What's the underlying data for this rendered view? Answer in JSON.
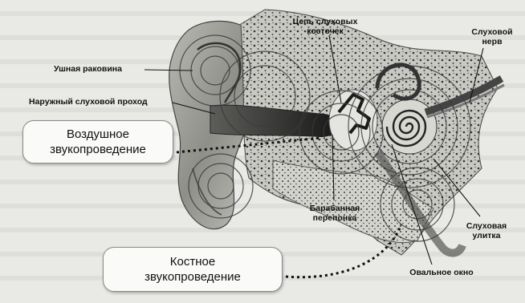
{
  "labels": {
    "ossicles": [
      "Цепь слуховых",
      "косточек"
    ],
    "auditory_nerve": [
      "Слуховой",
      "нерв"
    ],
    "auricle": "Ушная раковина",
    "ear_canal": "Наружный слуховой проход",
    "eardrum": [
      "Барабанная",
      "перепонка"
    ],
    "cochlea": [
      "Слуховая",
      "улитка"
    ],
    "oval_window": "Овальное окно"
  },
  "boxes": {
    "air_conduction": [
      "Воздушное",
      "звукопроведение"
    ],
    "bone_conduction": [
      "Костное",
      "звукопроведение"
    ]
  }
}
